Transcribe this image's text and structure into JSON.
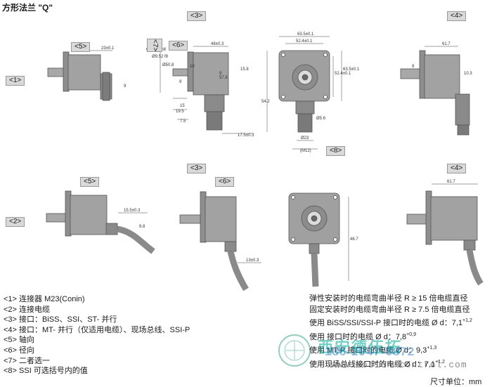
{
  "title": "方形法兰 \"Q\"",
  "view_tags": {
    "r1_view5": "<5>",
    "r1_view3": "<3>",
    "r1_view7": "<7>",
    "r1_view6": "<6>",
    "r1_view4": "<4>",
    "r1_view8": "<8>",
    "r1_row": "<1>",
    "r2_view5": "<5>",
    "r2_view3": "<3>",
    "r2_view6": "<6>",
    "r2_view4": "<4>",
    "r2_row": "<2>"
  },
  "dimensions": {
    "a": "23±0.1",
    "b": "48±0.3",
    "c": "63.5±0.1",
    "d": "52.4±0.1",
    "e": "61.7",
    "f": "Ø31.75 h8",
    "g": "Ø9.52 f8",
    "h": "Ø50.8",
    "i": "15.8",
    "j": "57.8",
    "k": "19.5",
    "l": "15",
    "m": "7.5",
    "n": "17.5±0.3",
    "o": "52.4±0.1",
    "p": "63.5±0.1",
    "q": "54.2",
    "r": "Ø5.6",
    "s": "Ø23",
    "t": "(M12)",
    "u": "10.3",
    "v": "9",
    "w": "15.5±0.3",
    "x": "9.8",
    "y": "13±0.3",
    "z": "61.7",
    "aa": "46.7",
    "bb": "9",
    "cc": "9",
    "dd": "9",
    "ee": "10"
  },
  "legend": [
    "<1> 连接器 M23(Conin)",
    "<2> 连接电缆",
    "<3> 接口：BiSS、SSI、ST- 并行",
    "<4> 接口：MT- 并行（仅适用电缆）、现场总线、SSI-P",
    "<5> 轴向",
    "<6> 径向",
    "<7> 二者选一",
    "<8> SSI 可选括号内的值"
  ],
  "notes": {
    "line1": "弹性安装时的电缆弯曲半径 R ≥ 15 倍电缆直径",
    "line2": "固定安装时的电缆弯曲半径 R ≥ 7.5 倍电缆直径",
    "line3_text": "使用 BiSS/SSI/SSI-P 接口时的电缆 Ø d：7,1",
    "line3_tol": "+1,2",
    "line4_text": "使用          接口时的电缆 Ø d：7,8",
    "line4_tol": "+0,9",
    "line5_text": "使用 MT-P 接口时的电缆 Ø d：9,3",
    "line5_tol": "+1,3",
    "line6_text": "使用现场总线接口时的电缆 Ø d：7,1",
    "line6_tol": "+1,2"
  },
  "unit": "尺寸单位：mm",
  "watermark": {
    "company": "西安德伍拓",
    "phone": "186-2947-6872",
    "url": "www.motion-control.com"
  }
}
